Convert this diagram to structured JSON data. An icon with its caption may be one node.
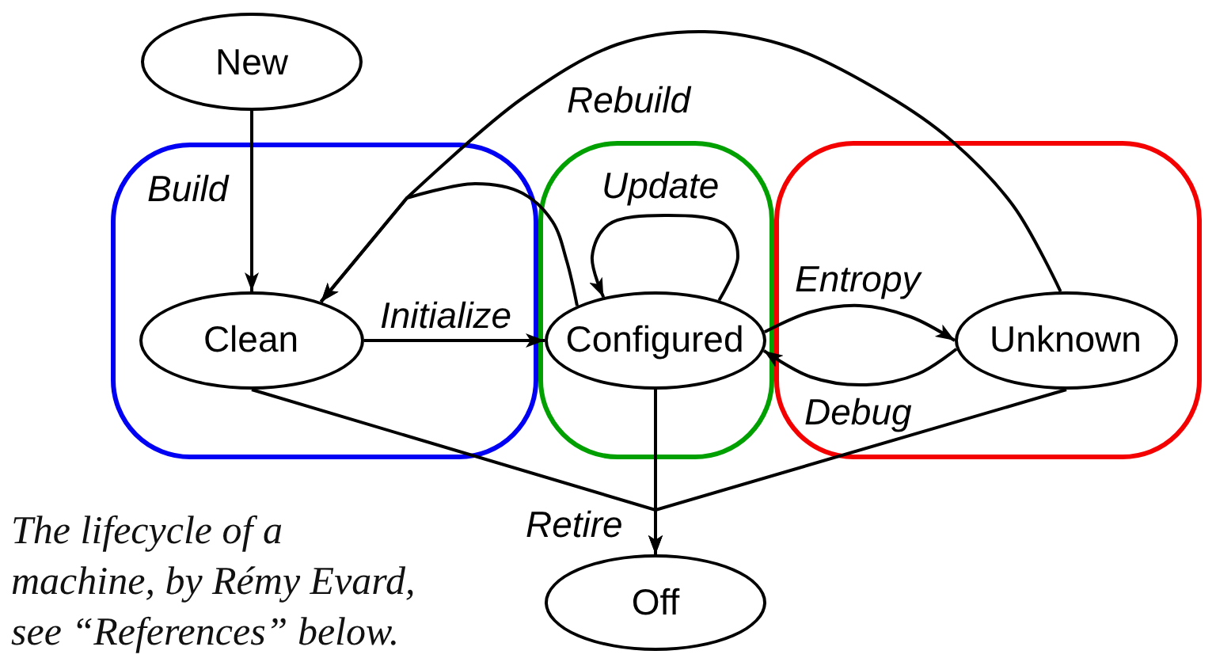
{
  "diagram": {
    "caption": "The lifecycle of a machine, by Rémy Evard, see “References” below.",
    "nodes": [
      {
        "text": [
          "New"
        ]
      },
      {
        "text": [],
        "shape": "box"
      },
      {
        "text": [
          "Clean"
        ],
        "in": 1
      },
      {
        "text": [],
        "shape": "box"
      },
      {
        "text": [
          "Configured"
        ],
        "in": 3
      },
      {
        "text": [],
        "shape": "box"
      },
      {
        "text": [
          "Unknown"
        ],
        "in": 5
      },
      {
        "text": [
          "Off"
        ]
      }
    ],
    "edges": [
      {
        "from": 0,
        "to": 2,
        "arrow": "to",
        "label": "Build"
      },
      {
        "from": 6,
        "to": 2,
        "arrow": "to",
        "label": "Rebuild"
      },
      {
        "from": 4,
        "to": 2,
        "arrow": "to"
      },
      {
        "from": 2,
        "to": 4,
        "arrow": "to",
        "label": "Initialize"
      },
      {
        "from": 4,
        "to": 4,
        "arrow": "to",
        "label": "Update"
      },
      {
        "from": 4,
        "to": 6,
        "arrow": "to",
        "label": "Entropy"
      },
      {
        "from": 6,
        "to": 4,
        "arrow": "to",
        "label": "Debug"
      },
      {
        "from": 2,
        "to": 7,
        "arrow": "to"
      },
      {
        "from": 4,
        "to": 7,
        "arrow": "to",
        "label": "Retire"
      },
      {
        "from": 6,
        "to": 7,
        "arrow": "to"
      }
    ]
  }
}
